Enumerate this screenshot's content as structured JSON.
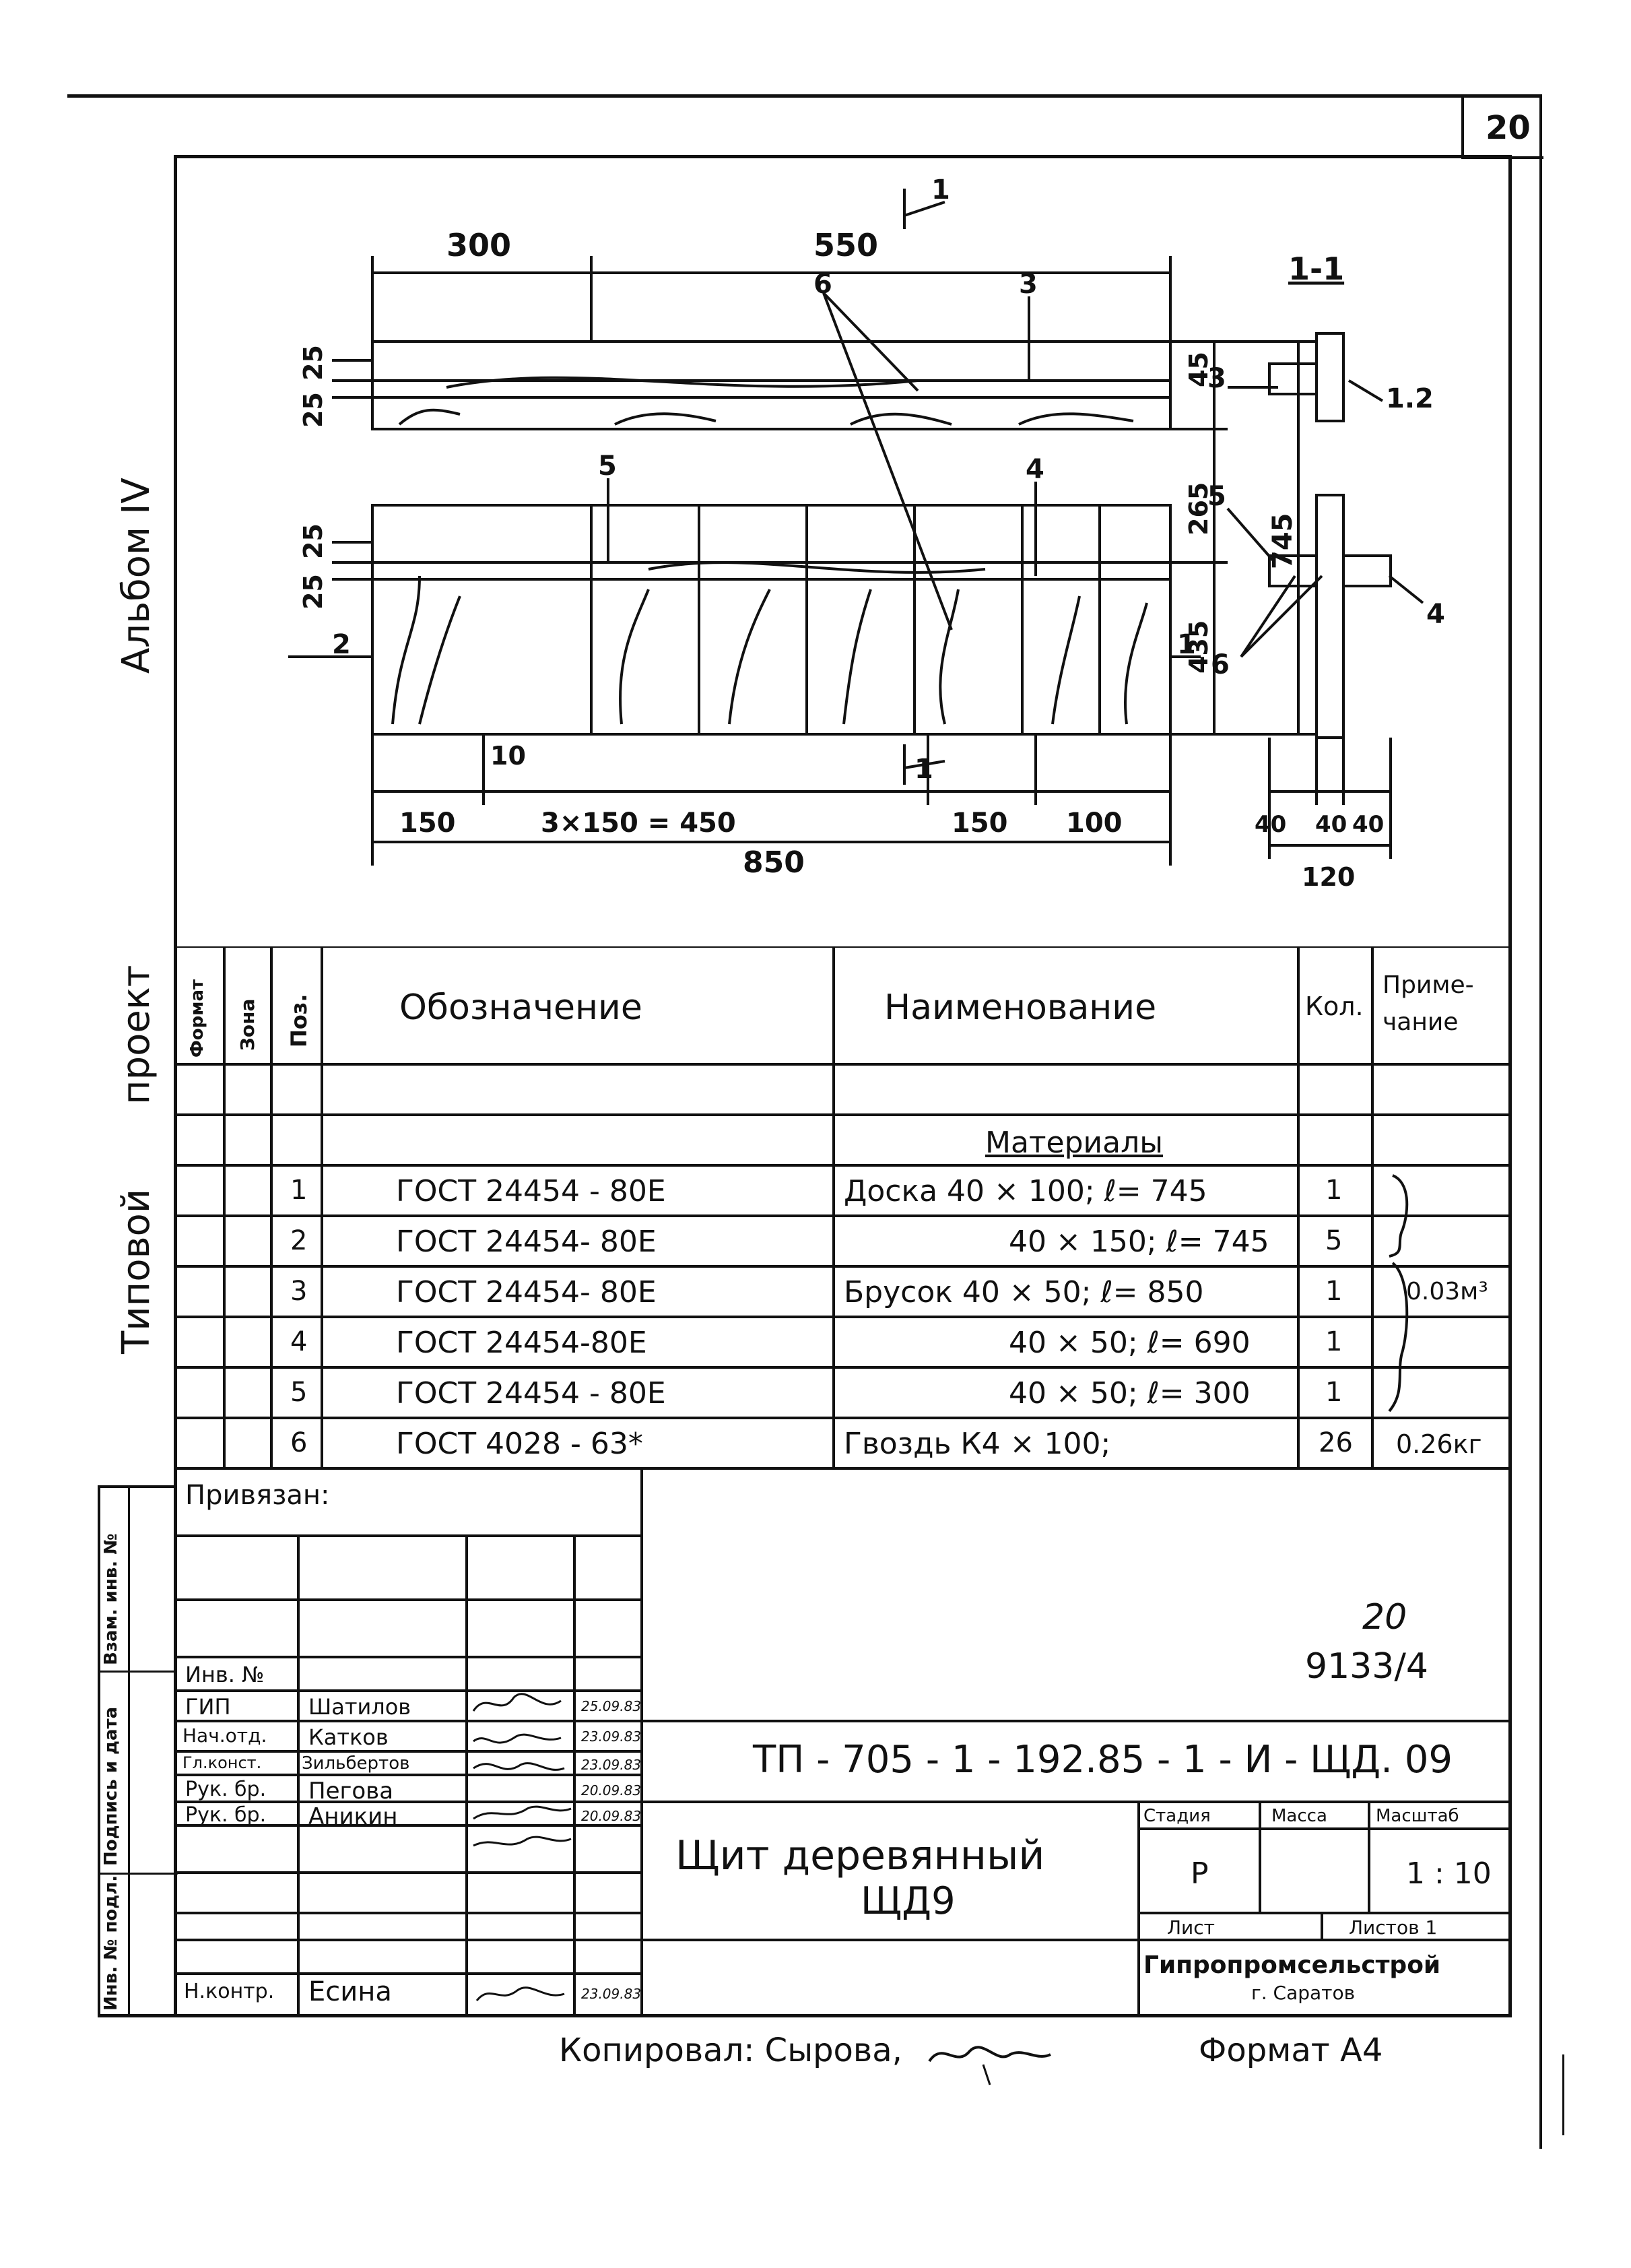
{
  "sheet_number": "20",
  "left_margin": {
    "album": "Альбом IV",
    "project_word_1": "Типовой",
    "project_word_2": "проект",
    "sig_labels": [
      "Инв. № подл.",
      "Подпись и дата",
      "Взам. инв. №"
    ]
  },
  "drawing": {
    "section_mark_top": "1",
    "section_mark_bottom": "1",
    "section_title": "1-1",
    "dims_top": [
      "300",
      "550"
    ],
    "dims_left": [
      "25",
      "25",
      "25",
      "25"
    ],
    "dims_right": [
      "45",
      "265",
      "745",
      "435"
    ],
    "dims_bottom": [
      "150",
      "3×150 = 450",
      "150",
      "100",
      "850",
      "10"
    ],
    "callouts": [
      "6",
      "3",
      "5",
      "4",
      "2",
      "1"
    ],
    "section_callouts": [
      "3",
      "1.2",
      "5",
      "6",
      "4"
    ],
    "section_dims": [
      "40",
      "40",
      "40",
      "120"
    ]
  },
  "spec_table": {
    "headers": {
      "format": "Формат",
      "zone": "Зона",
      "pos": "Поз.",
      "designation": "Обозначение",
      "name": "Наименование",
      "qty": "Кол.",
      "note_1": "Приме-",
      "note_2": "чание"
    },
    "section_title": "Материалы",
    "rows": [
      {
        "pos": "1",
        "designation": "ГОСТ  24454 - 80Е",
        "name": "Доска  40 × 100; ℓ= 745",
        "qty": "1",
        "note": ""
      },
      {
        "pos": "2",
        "designation": "ГОСТ  24454- 80Е",
        "name": "40 × 150; ℓ= 745",
        "qty": "5",
        "note": ""
      },
      {
        "pos": "3",
        "designation": "ГОСТ  24454- 80Е",
        "name": "Брусок  40 × 50; ℓ= 850",
        "qty": "1",
        "note": "0.03м³"
      },
      {
        "pos": "4",
        "designation": "ГОСТ  24454-80Е",
        "name": "40 × 50; ℓ= 690",
        "qty": "1",
        "note": ""
      },
      {
        "pos": "5",
        "designation": "ГОСТ  24454 - 80Е",
        "name": "40 × 50; ℓ= 300",
        "qty": "1",
        "note": ""
      },
      {
        "pos": "6",
        "designation": "ГОСТ  4028 - 63*",
        "name": "Гвоздь  К4 × 100;",
        "qty": "26",
        "note": "0.26кг"
      }
    ]
  },
  "title_block": {
    "privyazan": "Привязан:",
    "inv_no": "Инв. №",
    "sheet_ref_top": "20",
    "sheet_ref_bottom": "9133/4",
    "doc_code": "ТП - 705 - 1 - 192.85 - 1 - И - ЩД. 09",
    "people": [
      {
        "role": "ГИП",
        "name": "Шатилов",
        "date": "25.09.83"
      },
      {
        "role": "Нач.отд.",
        "name": "Катков",
        "date": "23.09.83"
      },
      {
        "role": "Гл.конст.",
        "name": "Зильбертов",
        "date": "23.09.83"
      },
      {
        "role": "Рук. бр.",
        "name": "Пегова",
        "date": "20.09.83"
      },
      {
        "role": "Рук. бр.",
        "name": "Аникин",
        "date": "20.09.83"
      }
    ],
    "n_kontr_role": "Н.контр.",
    "n_kontr_name": "Есина",
    "n_kontr_date": "23.09.83",
    "item_title_1": "Щит  деревянный",
    "item_title_2": "ЩД9",
    "stage_label": "Стадия",
    "mass_label": "Масса",
    "scale_label": "Масштаб",
    "stage_value": "Р",
    "scale_value": "1 : 10",
    "sheet_label": "Лист",
    "sheets_label": "Листов  1",
    "org": "Гипропромсельстрой",
    "city": "г. Саратов"
  },
  "footer": {
    "copied": "Копировал: Сырова,",
    "copied_sig": "Сырова",
    "format": "Формат  А4"
  }
}
